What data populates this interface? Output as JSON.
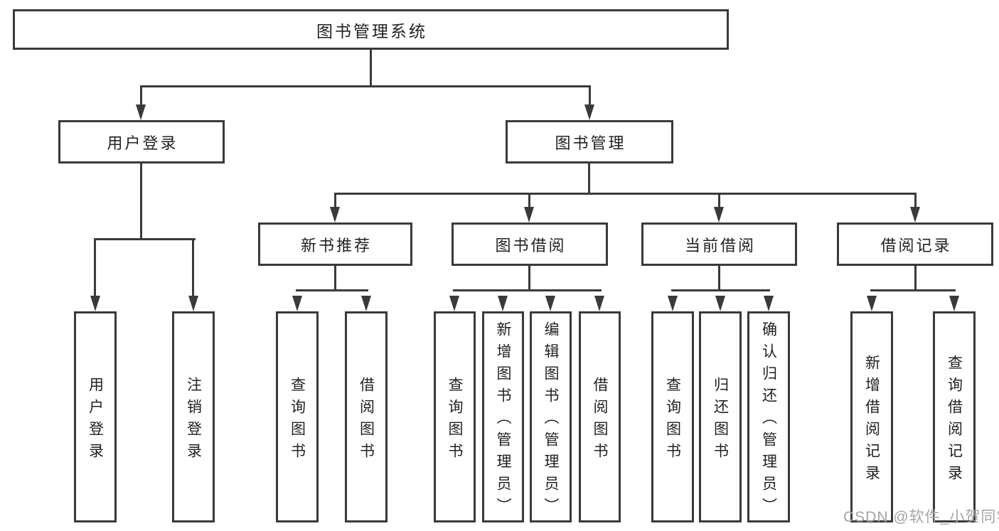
{
  "colors": {
    "line": "#3a3a3a",
    "text": "#222222",
    "box_fill": "#ffffff",
    "watermark_text": "#a5a5a5",
    "background": "#ffffff"
  },
  "watermark": "CSDN @软件_小贺同学",
  "diagram": {
    "root": {
      "label": "图书管理系统"
    },
    "level2": [
      {
        "label": "用户登录"
      },
      {
        "label": "图书管理"
      }
    ],
    "level3": [
      {
        "label": "新书推荐"
      },
      {
        "label": "图书借阅"
      },
      {
        "label": "当前借阅"
      },
      {
        "label": "借阅记录"
      }
    ],
    "leaves": {
      "user_login": [
        "用户登录",
        "注销登录"
      ],
      "new_book_recommend": [
        "查询图书",
        "借阅图书"
      ],
      "book_borrow": [
        "查询图书",
        "新增图书（管理员）",
        "编辑图书（管理员）",
        "借阅图书"
      ],
      "current_borrow": [
        "查询图书",
        "归还图书",
        "确认归还（管理员）"
      ],
      "borrow_record": [
        "新增借阅记录",
        "查询借阅记录"
      ]
    }
  }
}
